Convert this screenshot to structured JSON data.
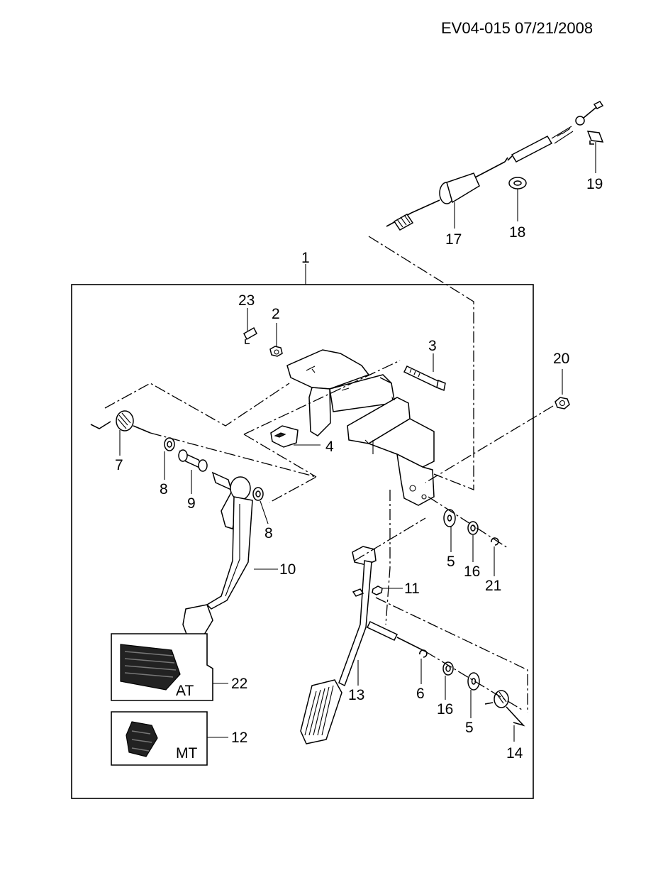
{
  "header": {
    "code": "EV04-015  07/21/2008"
  },
  "callouts": [
    {
      "id": "c1",
      "text": "1"
    },
    {
      "id": "c2",
      "text": "2"
    },
    {
      "id": "c3",
      "text": "3"
    },
    {
      "id": "c4",
      "text": "4"
    },
    {
      "id": "c5a",
      "text": "5"
    },
    {
      "id": "c5b",
      "text": "5"
    },
    {
      "id": "c6",
      "text": "6"
    },
    {
      "id": "c7",
      "text": "7"
    },
    {
      "id": "c8a",
      "text": "8"
    },
    {
      "id": "c8b",
      "text": "8"
    },
    {
      "id": "c9",
      "text": "9"
    },
    {
      "id": "c10",
      "text": "10"
    },
    {
      "id": "c11",
      "text": "11"
    },
    {
      "id": "c12",
      "text": "12"
    },
    {
      "id": "c13",
      "text": "13"
    },
    {
      "id": "c14",
      "text": "14"
    },
    {
      "id": "c16a",
      "text": "16"
    },
    {
      "id": "c16b",
      "text": "16"
    },
    {
      "id": "c17",
      "text": "17"
    },
    {
      "id": "c18",
      "text": "18"
    },
    {
      "id": "c19",
      "text": "19"
    },
    {
      "id": "c20",
      "text": "20"
    },
    {
      "id": "c21",
      "text": "21"
    },
    {
      "id": "c22",
      "text": "22"
    },
    {
      "id": "c23",
      "text": "23"
    }
  ],
  "insets": {
    "at": {
      "label": "AT"
    },
    "mt": {
      "label": "MT"
    }
  }
}
